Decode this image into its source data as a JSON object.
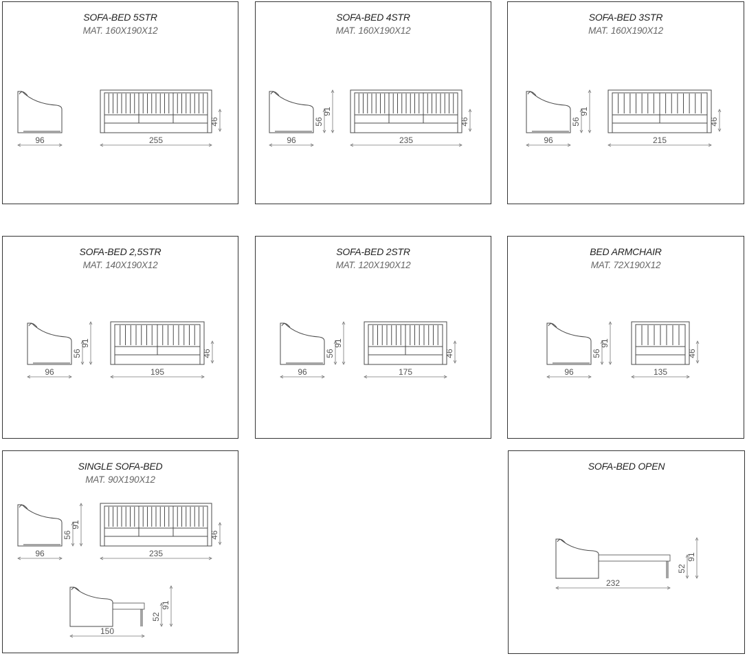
{
  "panels": [
    {
      "title": "SOFA-BED 5STR",
      "mat": "MAT. 160X190X12",
      "depth": "96",
      "width": "255",
      "seat": "",
      "height": "",
      "arm": "46"
    },
    {
      "title": "SOFA-BED 4STR",
      "mat": "MAT. 160X190X12",
      "depth": "96",
      "width": "235",
      "seat": "56",
      "height": "91",
      "arm": "46"
    },
    {
      "title": "SOFA-BED 3STR",
      "mat": "MAT. 160X190X12",
      "depth": "96",
      "width": "215",
      "seat": "56",
      "height": "91",
      "arm": "46"
    },
    {
      "title": "SOFA-BED 2,5STR",
      "mat": "MAT. 140X190X12",
      "depth": "96",
      "width": "195",
      "seat": "56",
      "height": "91",
      "arm": "46"
    },
    {
      "title": "SOFA-BED 2STR",
      "mat": "MAT. 120X190X12",
      "depth": "96",
      "width": "175",
      "seat": "56",
      "height": "91",
      "arm": "46"
    },
    {
      "title": "BED ARMCHAIR",
      "mat": "MAT. 72X190X12",
      "depth": "96",
      "width": "135",
      "seat": "56",
      "height": "91",
      "arm": "46"
    },
    {
      "title": "SINGLE SOFA-BED",
      "mat": "MAT. 90X190X12",
      "depth": "96",
      "width": "235",
      "seat": "56",
      "height": "91",
      "arm": "46",
      "open_length": "150",
      "open_leg": "52",
      "open_height": "91"
    },
    {
      "title": "SOFA-BED OPEN",
      "mat": "",
      "open_length": "232",
      "open_leg": "52",
      "open_height": "91"
    }
  ],
  "colors": {
    "line": "#4a4a4a",
    "border": "#333333"
  }
}
